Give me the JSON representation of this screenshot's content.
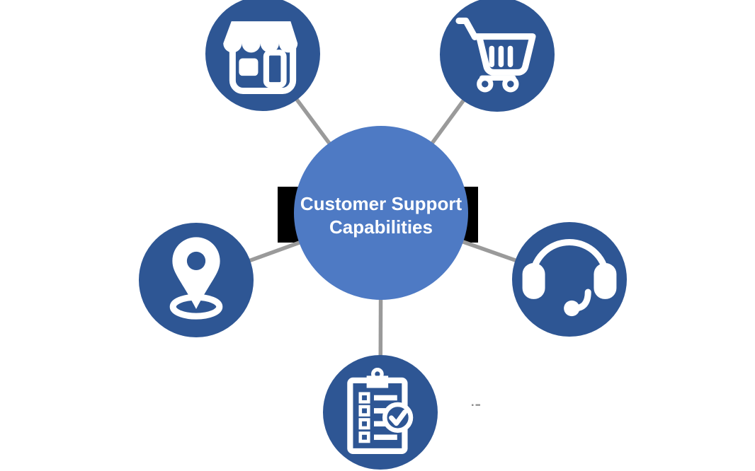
{
  "diagram": {
    "title": "Customer Support Capabilities",
    "hub": {
      "label_line1": "Customer Support",
      "label_line2": "Capabilities"
    },
    "nodes": [
      {
        "id": "storefront",
        "icon": "storefront-icon",
        "position": "top-left"
      },
      {
        "id": "shopping-cart",
        "icon": "shopping-cart-icon",
        "position": "top-right"
      },
      {
        "id": "location-pin",
        "icon": "location-pin-icon",
        "position": "middle-left"
      },
      {
        "id": "headset",
        "icon": "headset-icon",
        "position": "middle-right"
      },
      {
        "id": "checklist",
        "icon": "checklist-icon",
        "position": "bottom-center"
      }
    ]
  },
  "colors": {
    "background": "#ffffff",
    "hub_fill": "#4e7ac4",
    "node_fill": "#2e5694",
    "connector": "#9a9a9a",
    "icon": "#ffffff",
    "banner": "#000000",
    "hub_text": "#ffffff",
    "stray_mark": "#8f8f8f"
  }
}
